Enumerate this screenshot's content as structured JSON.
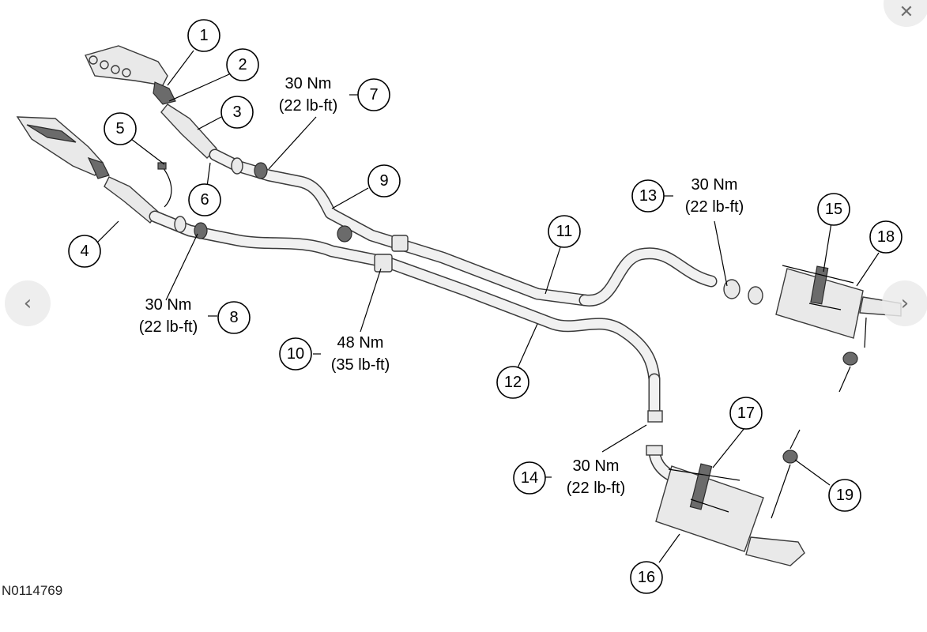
{
  "figure_id": "N0114769",
  "callouts": [
    "1",
    "2",
    "3",
    "4",
    "5",
    "6",
    "7",
    "8",
    "9",
    "10",
    "11",
    "12",
    "13",
    "14",
    "15",
    "16",
    "17",
    "18",
    "19"
  ],
  "torques": {
    "t7": {
      "nm": "30 Nm",
      "lbft": "(22 lb-ft)"
    },
    "t8": {
      "nm": "30 Nm",
      "lbft": "(22 lb-ft)"
    },
    "t10": {
      "nm": "48 Nm",
      "lbft": "(35 lb-ft)"
    },
    "t13": {
      "nm": "30 Nm",
      "lbft": "(22 lb-ft)"
    },
    "t14": {
      "nm": "30 Nm",
      "lbft": "(22 lb-ft)"
    }
  },
  "navigation": {
    "prev_icon": "‹",
    "next_icon": "›",
    "close_icon": "✕"
  }
}
